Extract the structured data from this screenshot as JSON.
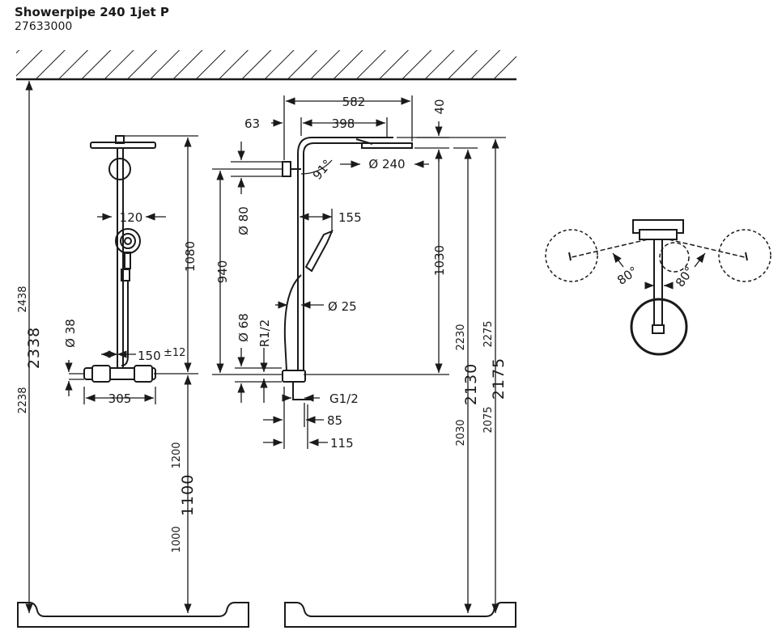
{
  "header": {
    "title": "Showerpipe 240 1jet P",
    "code": "27633000"
  },
  "front_view": {
    "height_top_1080": "1080",
    "head_arm_120": "120",
    "pipe_dia_38": "Ø 38",
    "thermostat_150": "150",
    "thermostat_150_tol": "±12",
    "thermostat_305": "305",
    "height_2438": "2438",
    "height_2338": "2338",
    "height_2238": "2238",
    "height_1200": "1200",
    "height_1100": "1100",
    "height_1000": "1000"
  },
  "side_view": {
    "width_582": "582",
    "width_63": "63",
    "width_398": "398",
    "height_40": "40",
    "angle_91": "91°",
    "head_dia_240": "Ø 240",
    "dia_80": "Ø 80",
    "height_940": "940",
    "dia_68": "Ø 68",
    "thread_r12": "R1/2",
    "hand_155": "155",
    "hose_dia_25": "Ø 25",
    "height_1030": "1030",
    "thread_g12": "G1/2",
    "depth_85": "85",
    "depth_115": "115",
    "height_2230": "2230",
    "height_2130": "2130",
    "height_2030": "2030",
    "height_2275": "2275",
    "height_2175": "2175",
    "height_2075": "2075"
  },
  "top_view": {
    "angle_left": "80°",
    "angle_right": "80°"
  }
}
